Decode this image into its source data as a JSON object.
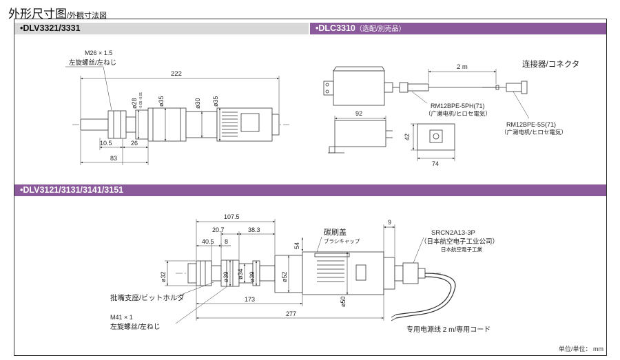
{
  "title": {
    "main": "外形尺寸图",
    "sub": "/外観寸法図"
  },
  "sections": {
    "top_left": {
      "header": "•DLV3321/3331"
    },
    "top_right": {
      "header": "•DLC3310",
      "header_sub": "（选配/別売品）"
    },
    "bottom": {
      "header": "•DLV3121/3131/3141/3151"
    }
  },
  "dlv3321": {
    "thread": "M26 × 1.5",
    "thread_note": "左旋螺丝/左ねじ",
    "dim_222": "222",
    "dim_105": "10.5",
    "dim_26": "26",
    "dim_83": "83",
    "d28": "ø28",
    "d28_tol": "-0.05 -0.01",
    "d35a": "ø35",
    "d30": "ø30",
    "d35b": "ø35"
  },
  "dlc3310": {
    "cable_len": "2 m",
    "connector_title": "连接器/コネクタ",
    "rm_5ph": "RM12BPE-5PH(71)",
    "rm_5ph_maker": "（广濑电机/ヒロセ電気）",
    "rm_5s": "RM12BPE-5S(71)",
    "rm_5s_maker": "（广濑电机/ヒロセ電気）",
    "dim_92": "92",
    "dim_42": "42",
    "dim_74": "74"
  },
  "dlv3121": {
    "dim_1075": "107.5",
    "dim_207": "20.7",
    "dim_383": "38.3",
    "dim_405": "40.5",
    "dim_8": "8",
    "dim_54": "54",
    "dim_9": "9",
    "brush_cap": "碳刷盖",
    "brush_cap_jp": "ブラシキャップ",
    "connector": "SRCN2A13-3P",
    "connector_maker": "（日本航空电子工业公司）",
    "connector_maker_jp": "日本航空電子工業",
    "d32": "ø32",
    "d39a": "ø39",
    "d34": "ø34",
    "d39b": "ø39",
    "d52": "ø52",
    "d50": "ø50",
    "bit_holder": "批嘴支座/ビットホルダ",
    "thread": "M41 × 1",
    "thread_note": "左旋螺丝/左ねじ",
    "dim_173": "173",
    "dim_277": "277",
    "power_cord": "专用电源线 2 m/専用コード"
  },
  "unit": "单位/単位： mm"
}
